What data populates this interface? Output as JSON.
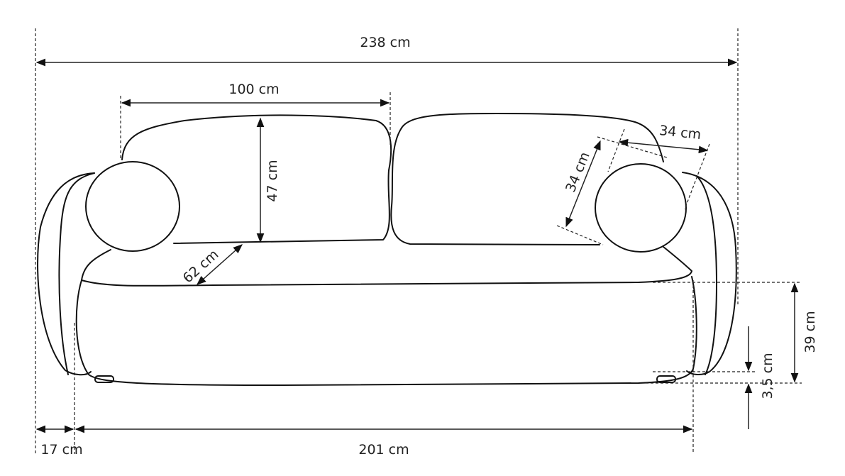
{
  "title": "Sofa dimensions drawing",
  "dimensions": {
    "total_width": "238 cm",
    "seat_cushion_width": "100 cm",
    "back_height": "47 cm",
    "pillow_height": "34 cm",
    "pillow_width": "34 cm",
    "seat_depth": "62 cm",
    "seat_height": "39 cm",
    "leg_height": "3,5 cm",
    "arm_width": "17 cm",
    "inner_width": "201 cm"
  },
  "colors": {
    "line": "#111111",
    "background": "#ffffff"
  }
}
